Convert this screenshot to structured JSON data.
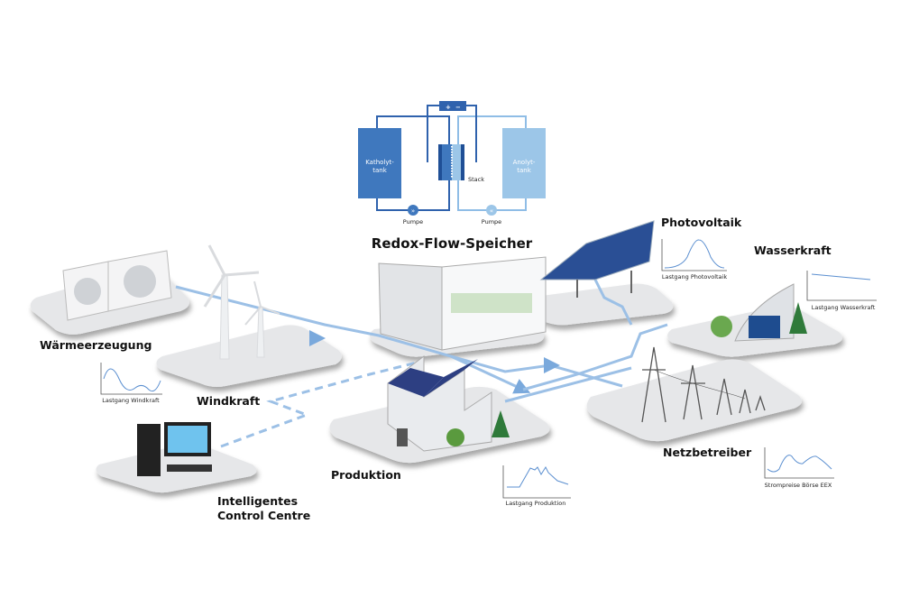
{
  "redox": {
    "title": "Redox-Flow-Speicher",
    "katholyt_line1": "Katholyt-",
    "katholyt_line2": "tank",
    "anolyt_line1": "Anolyt-",
    "anolyt_line2": "tank",
    "stack": "Stack",
    "pump_left": "Pumpe",
    "pump_right": "Pumpe",
    "plus": "+",
    "minus": "−"
  },
  "nodes": {
    "waerme": "Wärmeerzeugung",
    "wind": "Windkraft",
    "pv": "Photovoltaik",
    "wasser": "Wasserkraft",
    "produktion": "Produktion",
    "netz": "Netzbetreiber",
    "control_line1": "Intelligentes",
    "control_line2": "Control Centre"
  },
  "charts": {
    "wind": "Lastgang Windkraft",
    "pv": "Lastgang Photovoltaik",
    "wasser": "Lastgang Wasserkraft",
    "produktion": "Lastgang Produktion",
    "eex": "Strompreise Börse EEX"
  },
  "colors": {
    "dark_blue": "#3a6fb8",
    "light_blue": "#9cc3e6",
    "flow": "#9cc0e6",
    "platform": "#e6e7e9"
  }
}
